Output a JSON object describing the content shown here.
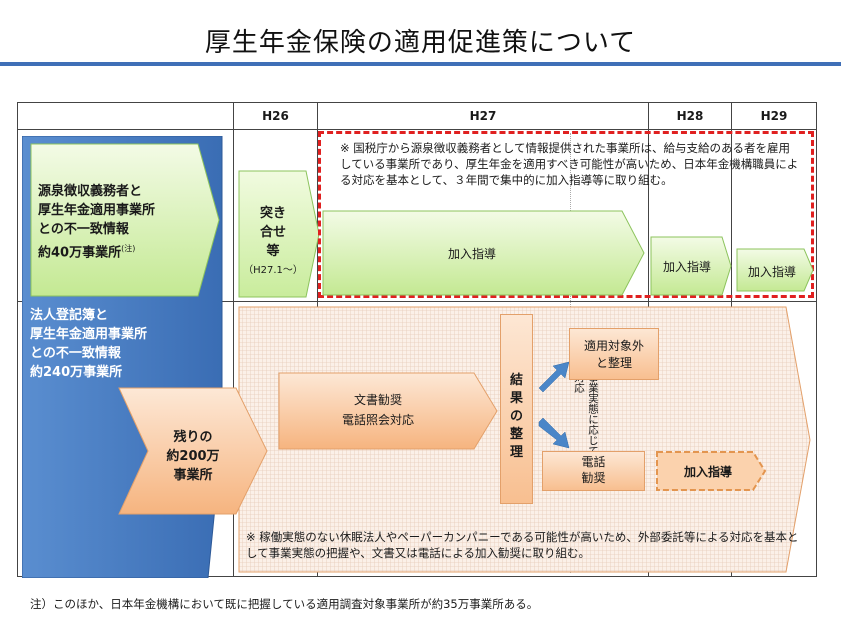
{
  "title": "厚生年金保険の適用促進策について",
  "columns": [
    "H26",
    "H27",
    "H28",
    "H29"
  ],
  "section_a": {
    "label_lines": [
      "源泉徴収義務者と",
      "厚生年金適用事業所",
      "との不一致情報",
      "約40万事業所"
    ],
    "label_sup": "(注)",
    "tsukiawase_lines": [
      "突き",
      "合せ",
      "等"
    ],
    "tsukiawase_date": "（H27.1〜）",
    "note": "※ 国税庁から源泉徴収義務者として情報提供された事業所は、給与支給のある者を雇用している事業所であり、厚生年金を適用すべき可能性が高いため、日本年金機構職員による対応を基本として、３年間で集中的に加入指導等に取り組む。",
    "h27_action": "加入指導",
    "h28_action": "加入指導",
    "h29_action": "加入指導"
  },
  "section_b": {
    "label_lines": [
      "法人登記簿と",
      "厚生年金適用事業所",
      "との不一致情報",
      "約240万事業所"
    ],
    "remaining_lines": [
      "残りの",
      "約200万",
      "事業所"
    ],
    "bunsho_lines": [
      "文書勧奨",
      "電話照会対応"
    ],
    "kekka_lines": [
      "結",
      "果",
      "の",
      "整",
      "理"
    ],
    "jitai_note": "事業実態に応じて対応",
    "tekiyou_lines": [
      "適用対象外",
      "と整理"
    ],
    "denwa_lines": [
      "電話",
      "勧奨"
    ],
    "kanyu": "加入指導",
    "note": "※ 稼働実態のない休眠法人やペーパーカンパニーである可能性が高いため、外部委託等による対応を基本として事業実態の把握や、文書又は電話による加入勧奨に取り組む。"
  },
  "footnote": "注）このほか、日本年金機構において既に把握している適用調査対象事業所が約35万事業所ある。",
  "colors": {
    "accent_blue": "#3f6fb7",
    "red_dash": "#e02020",
    "green_fill": "#c9ec9c",
    "orange_fill": "#f8bf90"
  }
}
